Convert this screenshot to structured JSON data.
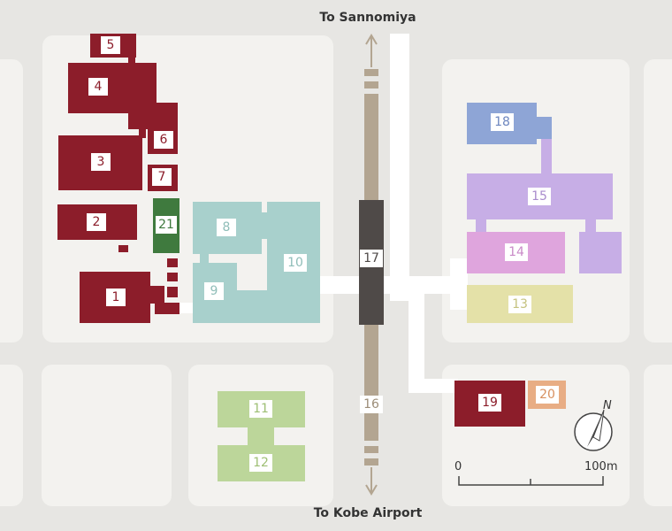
{
  "map": {
    "top_label": "To Sannomiya",
    "bottom_label": "To Kobe Airport",
    "compass_label": "N",
    "scale": {
      "start_label": "0",
      "end_label": "100m"
    },
    "colors": {
      "background": "#e7e6e3",
      "block": "#f3f2ef",
      "dark_red": "#8c1d2a",
      "dark_green": "#3f7a3e",
      "teal": "#a8d0cc",
      "light_green": "#bcd69a",
      "blue": "#8ea5d6",
      "lavender": "#c7aee6",
      "pink": "#dfa5dd",
      "khaki": "#e4e1a8",
      "orange": "#e8ad84",
      "rail": "#b3a591",
      "station": "#4f4a48"
    },
    "buildings": [
      {
        "id": "5",
        "label": "5"
      },
      {
        "id": "4",
        "label": "4"
      },
      {
        "id": "6",
        "label": "6"
      },
      {
        "id": "3",
        "label": "3"
      },
      {
        "id": "7",
        "label": "7"
      },
      {
        "id": "2",
        "label": "2"
      },
      {
        "id": "21",
        "label": "21"
      },
      {
        "id": "1",
        "label": "1"
      },
      {
        "id": "8",
        "label": "8"
      },
      {
        "id": "9",
        "label": "9"
      },
      {
        "id": "10",
        "label": "10"
      },
      {
        "id": "11",
        "label": "11"
      },
      {
        "id": "12",
        "label": "12"
      },
      {
        "id": "17",
        "label": "17"
      },
      {
        "id": "16",
        "label": "16"
      },
      {
        "id": "18",
        "label": "18"
      },
      {
        "id": "15",
        "label": "15"
      },
      {
        "id": "14",
        "label": "14"
      },
      {
        "id": "13",
        "label": "13"
      },
      {
        "id": "19",
        "label": "19"
      },
      {
        "id": "20",
        "label": "20"
      }
    ]
  }
}
